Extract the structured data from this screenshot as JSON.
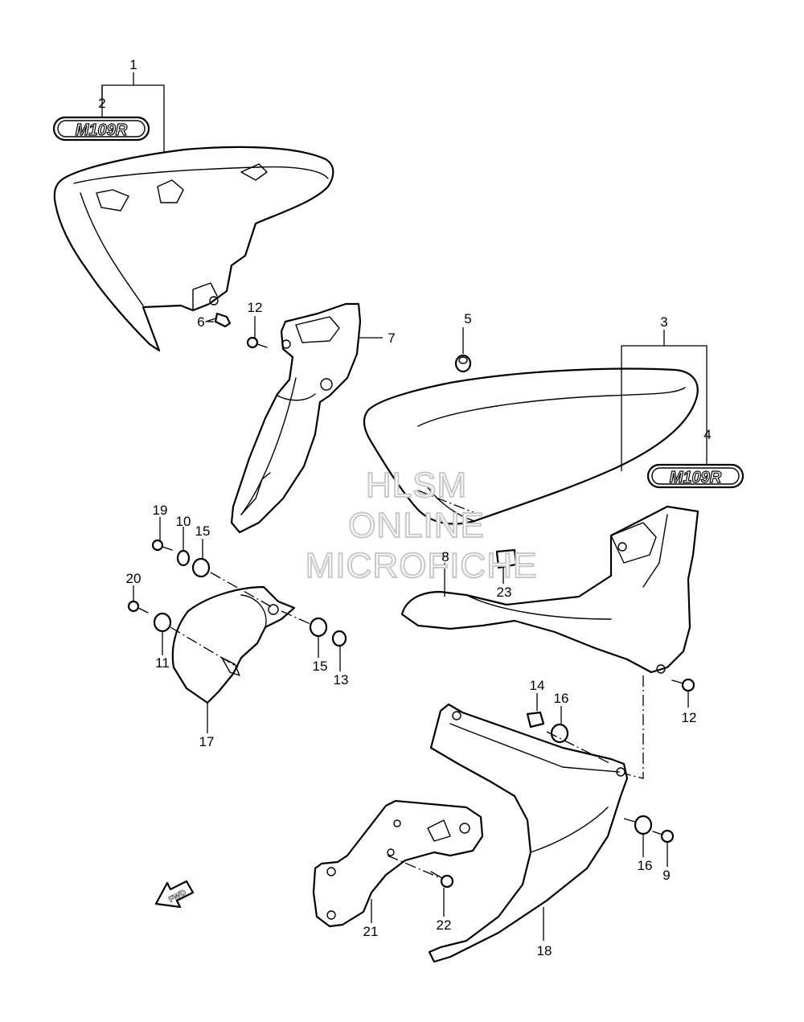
{
  "callouts": [
    {
      "id": "c1",
      "text": "1"
    },
    {
      "id": "c2",
      "text": "2"
    },
    {
      "id": "c3",
      "text": "3"
    },
    {
      "id": "c4",
      "text": "4"
    },
    {
      "id": "c5",
      "text": "5"
    },
    {
      "id": "c6",
      "text": "6"
    },
    {
      "id": "c7",
      "text": "7"
    },
    {
      "id": "c8",
      "text": "8"
    },
    {
      "id": "c9",
      "text": "9"
    },
    {
      "id": "c10",
      "text": "10"
    },
    {
      "id": "c11",
      "text": "11"
    },
    {
      "id": "c12a",
      "text": "12"
    },
    {
      "id": "c12b",
      "text": "12"
    },
    {
      "id": "c13",
      "text": "13"
    },
    {
      "id": "c14",
      "text": "14"
    },
    {
      "id": "c15a",
      "text": "15"
    },
    {
      "id": "c15b",
      "text": "15"
    },
    {
      "id": "c16a",
      "text": "16"
    },
    {
      "id": "c16b",
      "text": "16"
    },
    {
      "id": "c17",
      "text": "17"
    },
    {
      "id": "c18",
      "text": "18"
    },
    {
      "id": "c19",
      "text": "19"
    },
    {
      "id": "c20",
      "text": "20"
    },
    {
      "id": "c21",
      "text": "21"
    },
    {
      "id": "c22",
      "text": "22"
    },
    {
      "id": "c23",
      "text": "23"
    }
  ],
  "emblem_text": "M109R",
  "watermark": {
    "line1": "HLSM",
    "line2": "ONLINE",
    "line3": "MICROFICHE"
  },
  "fwd_label": "FWD"
}
